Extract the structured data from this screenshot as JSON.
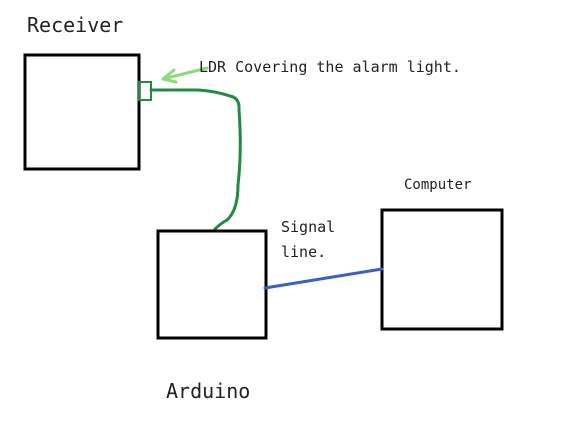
{
  "nodes": {
    "receiver": {
      "label": "Receiver"
    },
    "arduino": {
      "label": "Arduino"
    },
    "computer": {
      "label": "Computer"
    }
  },
  "annotations": {
    "ldr": "LDR Covering the alarm light.",
    "signal_line_1": "Signal",
    "signal_line_2": "line."
  },
  "colors": {
    "ldr_wire": "#1f8a44",
    "ldr_arrow": "#8ed97a",
    "signal_wire": "#3a5fcd",
    "box_stroke": "#000000"
  }
}
